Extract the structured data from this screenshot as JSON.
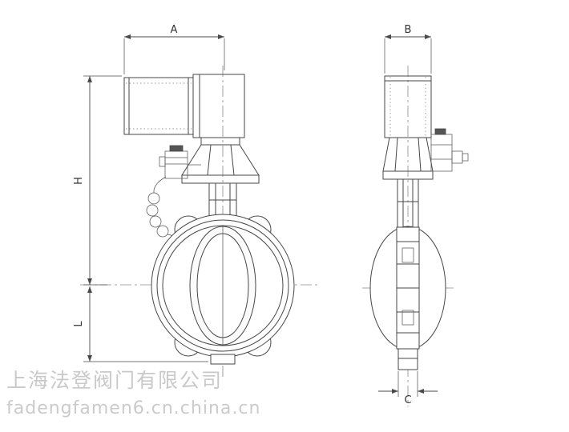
{
  "dimensions": {
    "a": "A",
    "b": "B",
    "c": "C",
    "h": "H",
    "l": "L"
  },
  "watermark": {
    "line1": "上海法登阀门有限公司",
    "line2": "fadengfamen6.cn.china.cn"
  },
  "colors": {
    "line": "#474747",
    "centerline": "#8a8a8a",
    "dimension": "#4a4a4a",
    "watermark": "#c9c9c9",
    "background": "#ffffff"
  }
}
